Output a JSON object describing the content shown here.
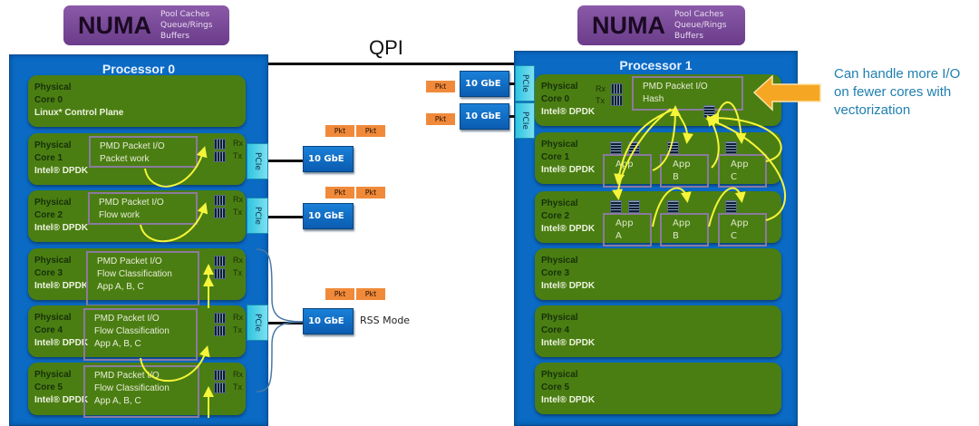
{
  "numa": {
    "label": "NUMA",
    "details": [
      "Pool Caches",
      "Queue/Rings",
      "Buffers"
    ]
  },
  "qpi": "QPI",
  "processor0": {
    "title": "Processor 0",
    "cores": [
      {
        "lines": [
          "Physical",
          "Core 0"
        ],
        "sub": "Linux* Control Plane",
        "pmd": []
      },
      {
        "lines": [
          "Physical",
          "Core 1"
        ],
        "sub": "Intel® DPDK",
        "pmd": [
          "PMD Packet I/O",
          "Packet work"
        ]
      },
      {
        "lines": [
          "Physical",
          "Core 2"
        ],
        "sub": "Intel® DPDK",
        "pmd": [
          "PMD Packet I/O",
          "Flow work"
        ]
      },
      {
        "lines": [
          "Physical",
          "Core 3"
        ],
        "sub": "Intel® DPDK",
        "pmd": [
          "PMD Packet I/O",
          "Flow Classification",
          "App A, B, C"
        ]
      },
      {
        "lines": [
          "Physical",
          "Core 4"
        ],
        "sub": "Intel® DPDK",
        "pmd": [
          "PMD Packet I/O",
          "Flow Classification",
          "App A, B, C"
        ]
      },
      {
        "lines": [
          "Physical",
          "Core 5"
        ],
        "sub": "Intel® DPDK",
        "pmd": [
          "PMD Packet I/O",
          "Flow Classification",
          "App A, B, C"
        ]
      }
    ]
  },
  "processor1": {
    "title": "Processor 1",
    "cores": [
      {
        "lines": [
          "Physical",
          "Core 0"
        ],
        "sub": "Intel® DPDK",
        "pmd": [
          "PMD Packet I/O",
          "Hash"
        ]
      },
      {
        "lines": [
          "Physical",
          "Core 1"
        ],
        "sub": "Intel® DPDK",
        "apps": [
          [
            "App",
            "A"
          ],
          [
            "App",
            "B"
          ],
          [
            "App",
            "C"
          ]
        ]
      },
      {
        "lines": [
          "Physical",
          "Core 2"
        ],
        "sub": "Intel® DPDK",
        "apps": [
          [
            "App",
            "A"
          ],
          [
            "App",
            "B"
          ],
          [
            "App",
            "C"
          ]
        ]
      },
      {
        "lines": [
          "Physical",
          "Core 3"
        ],
        "sub": "Intel® DPDK"
      },
      {
        "lines": [
          "Physical",
          "Core 4"
        ],
        "sub": "Intel® DPDK"
      },
      {
        "lines": [
          "Physical",
          "Core 5"
        ],
        "sub": "Intel® DPDK"
      }
    ]
  },
  "rx": "Rx",
  "tx": "Tx",
  "pcie": "PCIe",
  "nic": "10 GbE",
  "pkt": "Pkt",
  "rss_mode": "RSS Mode",
  "callout": [
    "Can handle more I/O",
    "on fewer cores with",
    "vectorization"
  ],
  "colors": {
    "processor": "#0a6ac4",
    "core": "#4a7e12",
    "numa": "#7a4a9a",
    "arrow_flow": "#f5f53a",
    "callout_arrow": "#f5a623",
    "callout_text": "#1f7fb0",
    "pkt": "#f08a3a"
  }
}
